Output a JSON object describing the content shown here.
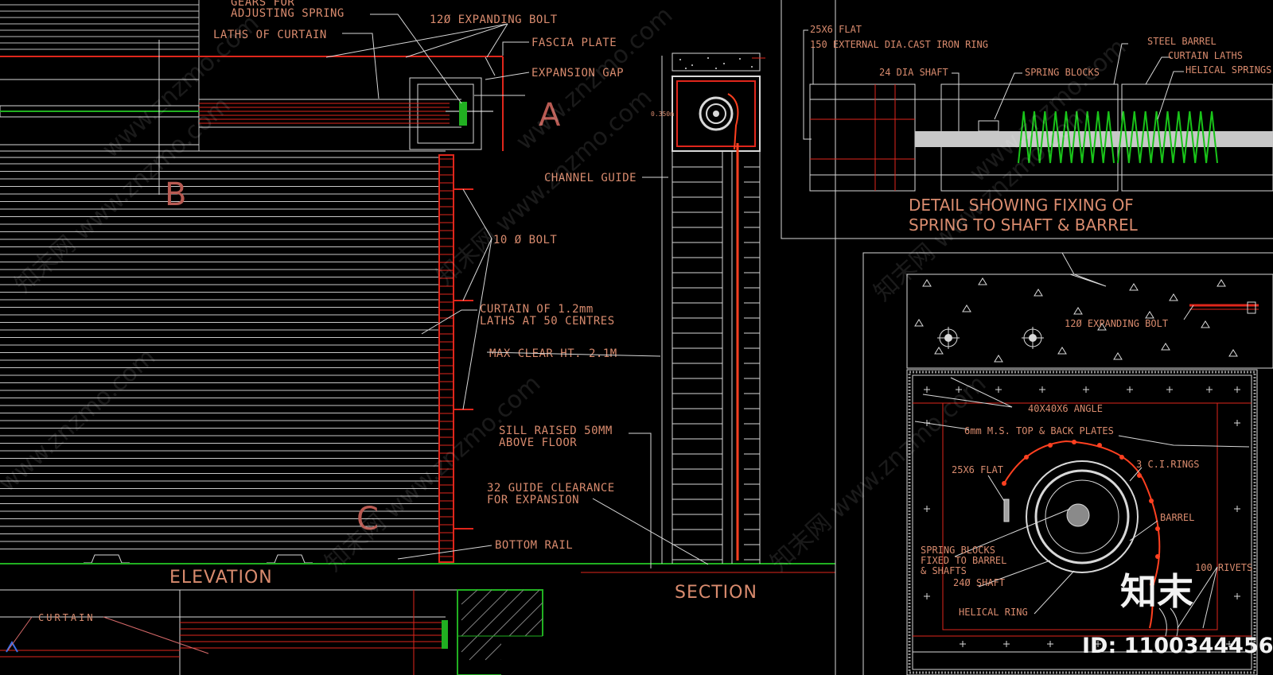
{
  "drawing": {
    "elevation": {
      "title": "ELEVATION",
      "labels": {
        "gears": "GEARS FOR",
        "adjusting_spring": "ADJUSTING SPRING",
        "expanding_bolt": "12Ø EXPANDING BOLT",
        "laths": "LATHS OF CURTAIN",
        "fascia": "FASCIA PLATE",
        "expansion_gap": "EXPANSION GAP",
        "bolt10": "10 Ø BOLT",
        "curtain_line1": "CURTAIN OF 1.2mm",
        "curtain_line2": "LATHS AT 50 CENTRES",
        "max_clear": "MAX CLEAR HT. 2.1M",
        "sill_line1": "SILL RAISED 50MM",
        "sill_line2": "ABOVE FLOOR",
        "guide_line1": "32 GUIDE CLEARANCE",
        "guide_line2": "FOR EXPANSION",
        "bottom_rail": "BOTTOM RAIL",
        "channel_guide": "CHANNEL GUIDE",
        "curtain_plan": "CURTAIN"
      },
      "markers": {
        "a": "A",
        "b": "B",
        "c": "C"
      }
    },
    "section": {
      "title": "SECTION",
      "dim": "0.350m"
    },
    "spring_detail": {
      "labels": {
        "flat": "25X6 FLAT",
        "ring": "150 EXTERNAL DIA.CAST IRON RING",
        "shaft": "24 DIA SHAFT",
        "blocks": "SPRING BLOCKS",
        "barrel": "STEEL BARREL",
        "laths": "CURTAIN LATHS",
        "springs": "HELICAL SPRINGS"
      },
      "title_line1": "DETAIL SHOWING FIXING OF",
      "title_line2": "SPRING TO SHAFT & BARREL"
    },
    "box_detail": {
      "labels": {
        "bolt": "12Ø EXPANDING BOLT",
        "angle": "40X40X6 ANGLE",
        "plates": "6mm M.S. TOP & BACK PLATES",
        "flat": "25X6 FLAT",
        "rings": "3 C.I.RINGS",
        "barrel": "BARREL",
        "blocks1": "SPRING BLOCKS",
        "blocks2": "FIXED TO BARREL",
        "blocks3": "& SHAFTS",
        "shaft": "24Ø SHAFT",
        "rivets": "100 RIVETS",
        "helical": "HELICAL RING"
      }
    }
  },
  "overlay": {
    "watermark": "知末网 www.znzmo.com",
    "watermark_url": "www.znzmo.com",
    "logo": "知末",
    "id_text": "ID: 1100344456"
  },
  "colors": {
    "background": "#000000",
    "line_white": "#d8d8d8",
    "line_red": "#e0261b",
    "line_green": "#21b021",
    "text": "#d98b6e",
    "spring": "#19c419"
  }
}
